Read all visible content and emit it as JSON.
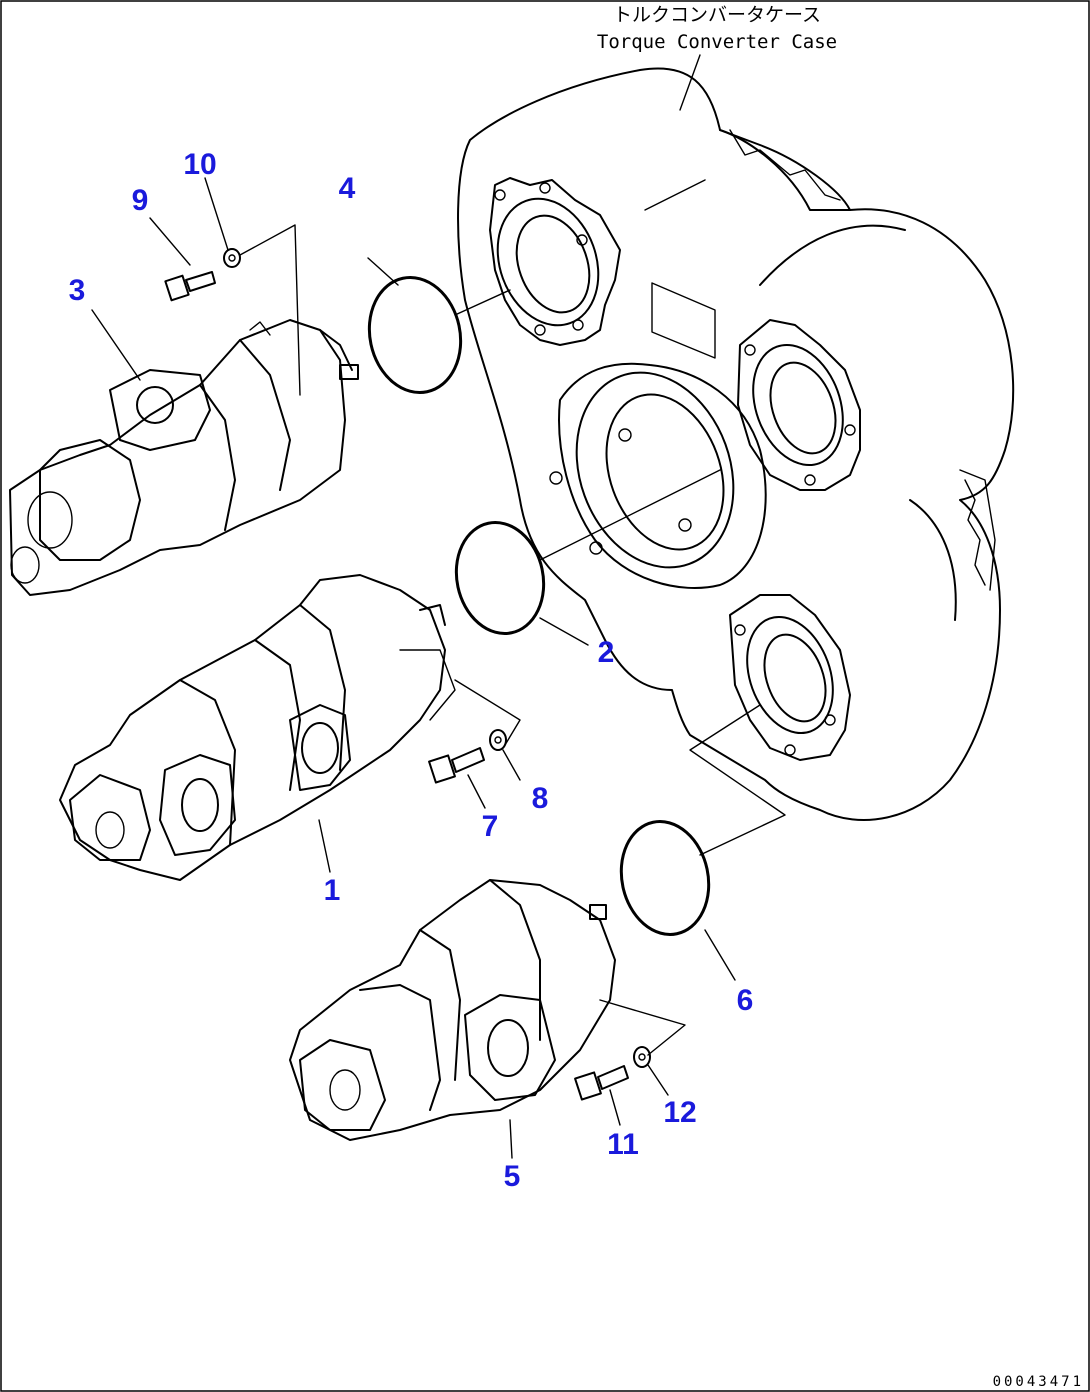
{
  "caption": {
    "jp": "トルクコンバータケース",
    "en": "Torque Converter Case"
  },
  "figure_number": "00043471",
  "callouts": {
    "c1": "1",
    "c2": "2",
    "c3": "3",
    "c4": "4",
    "c5": "5",
    "c6": "6",
    "c7": "7",
    "c8": "8",
    "c9": "9",
    "c10": "10",
    "c11": "11",
    "c12": "12"
  },
  "colors": {
    "callout": "#1a1adc",
    "line": "#000000",
    "background": "#ffffff"
  }
}
